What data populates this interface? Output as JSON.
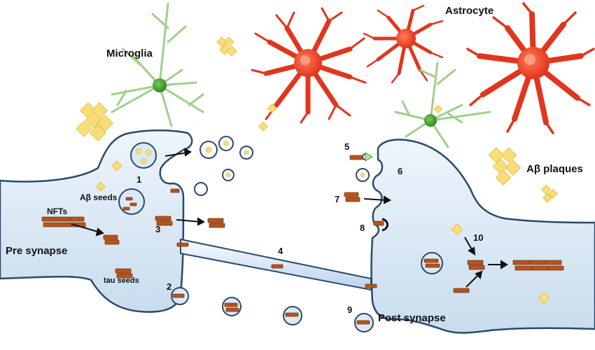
{
  "labels": {
    "microglia": "Microglia",
    "astrocyte": "Astrocyte",
    "abeta_plaques": "Aβ  plaques",
    "abeta_seeds": "Aβ seeds",
    "nfts": "NFTs",
    "tau_seeds": "tau seeds",
    "pre_synapse": "Pre synapse",
    "post_synapse": "Post synapse"
  },
  "steps": [
    "1",
    "2",
    "3",
    "4",
    "5",
    "6",
    "7",
    "8",
    "9",
    "10"
  ],
  "colors": {
    "neuron_fill": "#dbe9f6",
    "neuron_outline": "#2a4a6b",
    "astrocyte": "#f04a2e",
    "microglia": "#b8e0a0",
    "microglia_body": "#3f9a2f",
    "abeta": "#f7de7a",
    "tau": "#b5541e"
  }
}
